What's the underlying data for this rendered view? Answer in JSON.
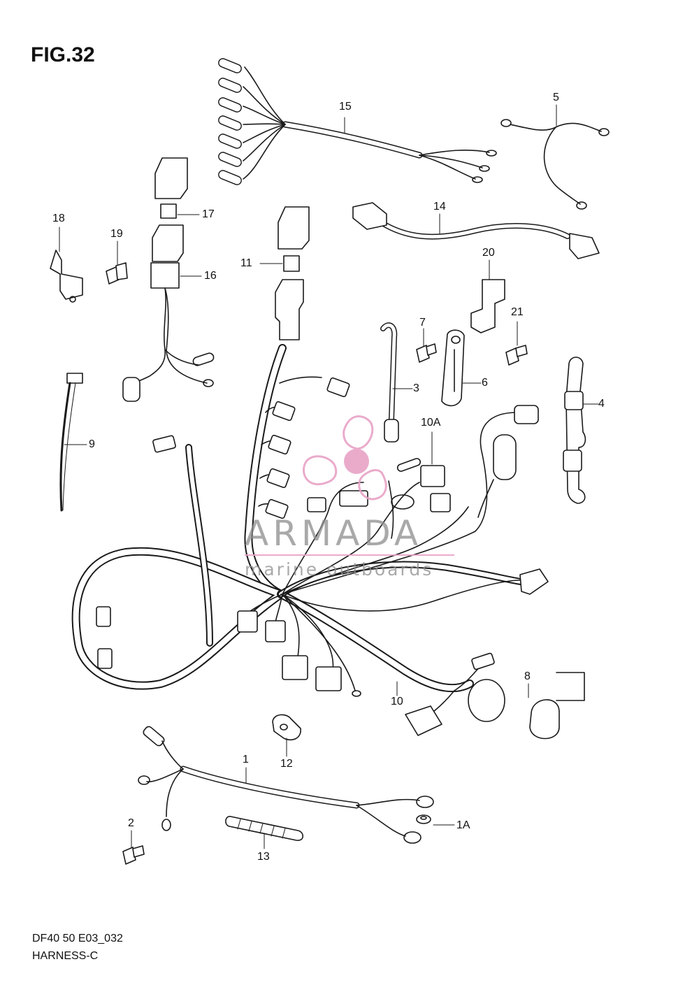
{
  "figure": {
    "title": "FIG.32",
    "model_code": "DF40 50 E03_032",
    "section_name": "HARNESS-C"
  },
  "watermark": {
    "brand": "ARMADA",
    "tagline": "marine outboards",
    "color": "#e8a2c6"
  },
  "callouts": [
    {
      "id": "15",
      "label": "15"
    },
    {
      "id": "5",
      "label": "5"
    },
    {
      "id": "14",
      "label": "14"
    },
    {
      "id": "17",
      "label": "17"
    },
    {
      "id": "18",
      "label": "18"
    },
    {
      "id": "19",
      "label": "19"
    },
    {
      "id": "16",
      "label": "16"
    },
    {
      "id": "11",
      "label": "11"
    },
    {
      "id": "20",
      "label": "20"
    },
    {
      "id": "7",
      "label": "7"
    },
    {
      "id": "21",
      "label": "21"
    },
    {
      "id": "3",
      "label": "3"
    },
    {
      "id": "6",
      "label": "6"
    },
    {
      "id": "4",
      "label": "4"
    },
    {
      "id": "9",
      "label": "9"
    },
    {
      "id": "10A",
      "label": "10A"
    },
    {
      "id": "8",
      "label": "8"
    },
    {
      "id": "10",
      "label": "10"
    },
    {
      "id": "12",
      "label": "12"
    },
    {
      "id": "1",
      "label": "1"
    },
    {
      "id": "2",
      "label": "2"
    },
    {
      "id": "1A",
      "label": "1A"
    },
    {
      "id": "13",
      "label": "13"
    }
  ]
}
